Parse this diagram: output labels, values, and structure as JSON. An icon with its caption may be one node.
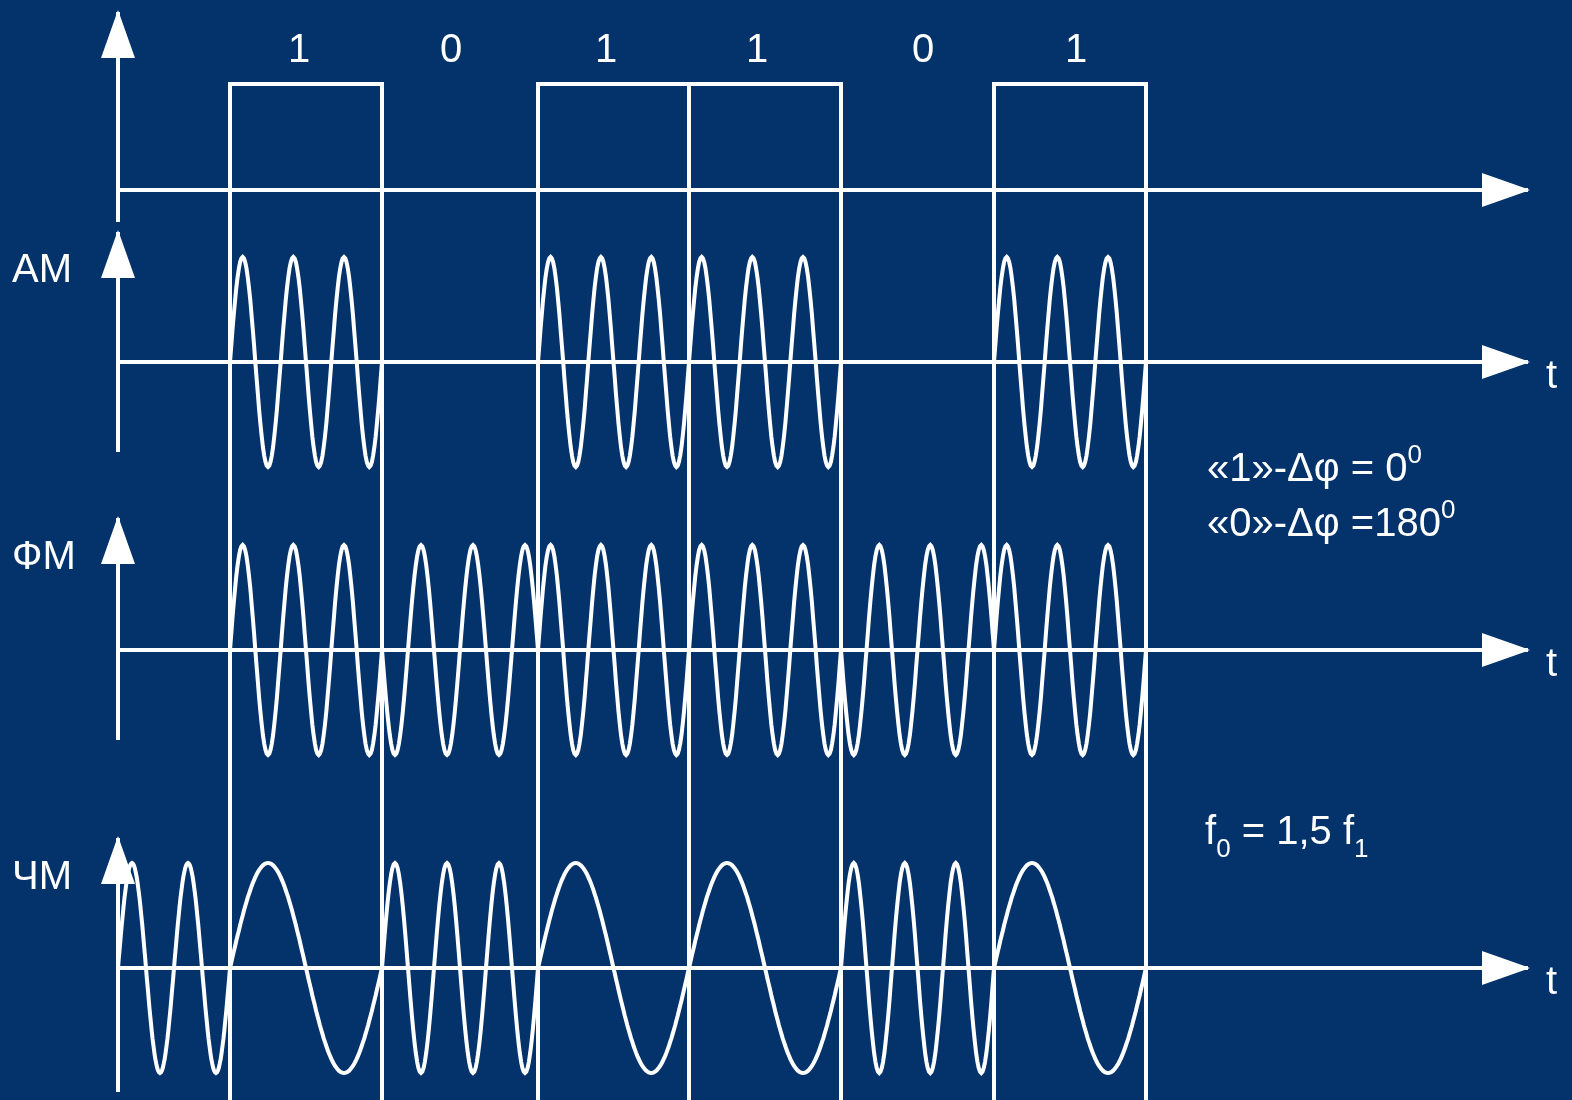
{
  "diagram": {
    "labels": [
      "1",
      "0",
      "1",
      "1",
      "0",
      "1",
      "АМ",
      "t",
      "«1»-Δφ = 0$^{0}$",
      "«0»-Δφ =180$^{0}$",
      "ФМ",
      "t",
      "f$_{0}$ = 1,5 f$_{1}$",
      "ЧМ",
      "t"
    ]
  }
}
